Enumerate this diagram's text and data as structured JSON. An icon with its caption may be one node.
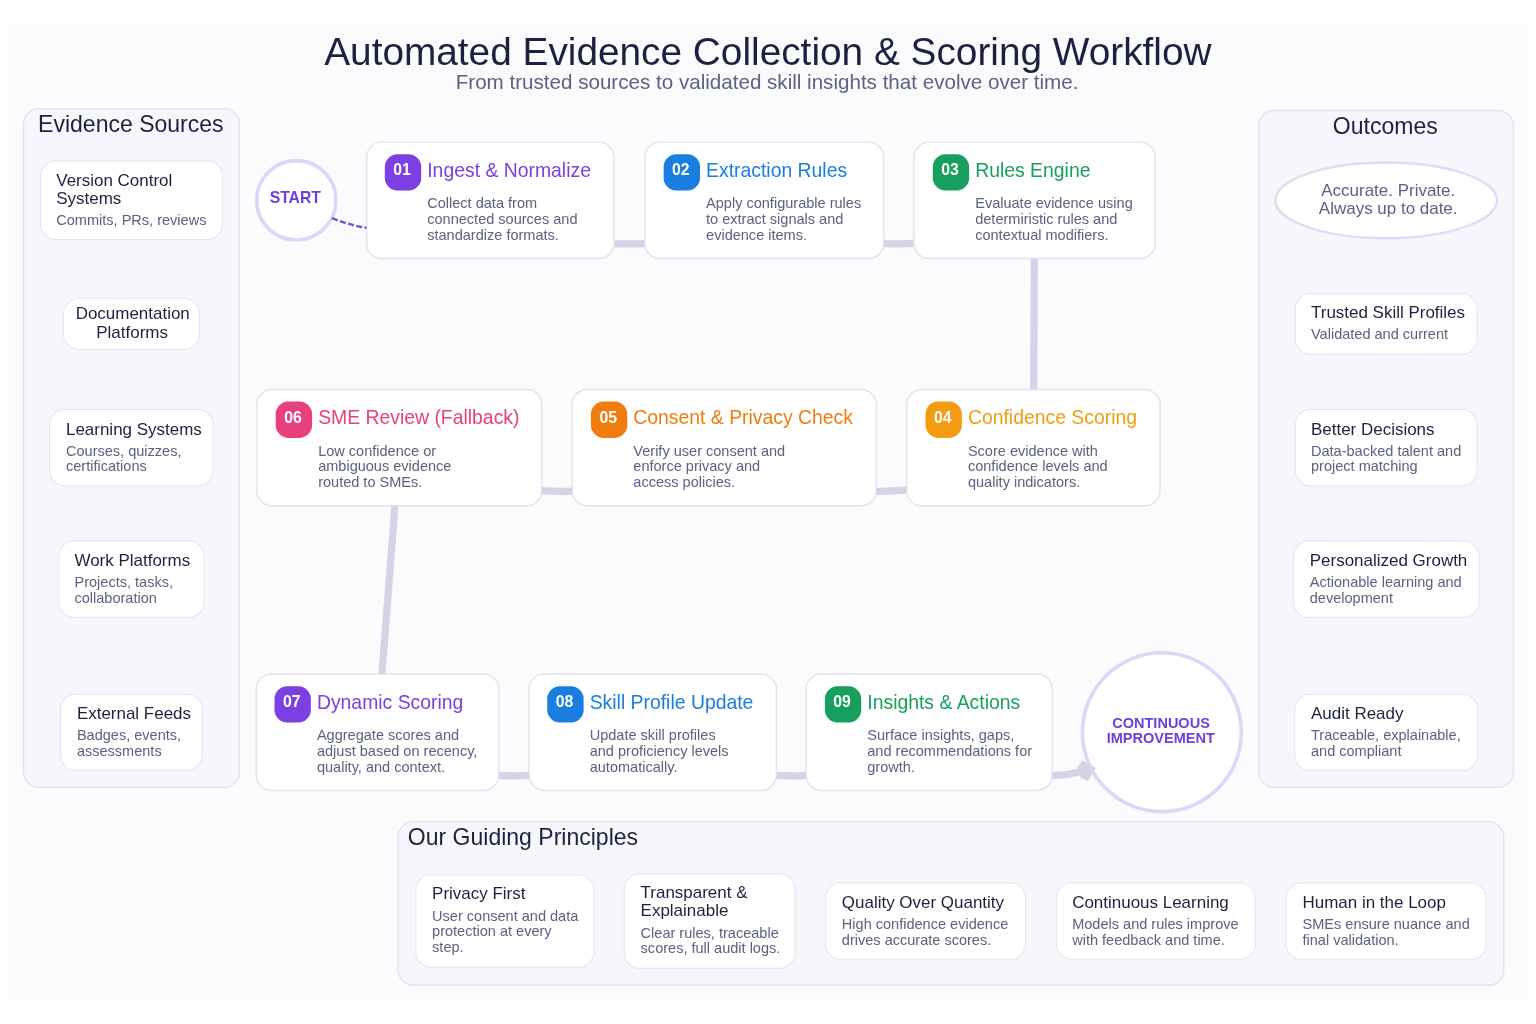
{
  "diagram": {
    "title": "Automated Evidence Collection & Scoring Workflow",
    "caption": "From trusted sources to validated skill insights that evolve over time.",
    "nodes": [
      {
        "text": [
          "Evidence Sources"
        ]
      },
      {
        "text": [
          "Version Control Systems",
          "Commits, PRs, reviews"
        ],
        "in": 0
      },
      {
        "text": [
          "Documentation Platforms"
        ],
        "in": 0
      },
      {
        "text": [
          "Learning Systems",
          "Courses, quizzes, certifications"
        ],
        "in": 0
      },
      {
        "text": [
          "Work Platforms",
          "Projects, tasks, collaboration"
        ],
        "in": 0
      },
      {
        "text": [
          "External Feeds",
          "Badges, events, assessments"
        ],
        "in": 0
      },
      {
        "text": [
          "START"
        ]
      },
      {
        "text": [
          "01",
          "Ingest & Normalize",
          "Collect data from connected sources and standardize formats."
        ]
      },
      {
        "text": [
          "02",
          "Extraction Rules",
          "Apply configurable rules to extract signals and evidence items."
        ]
      },
      {
        "text": [
          "03",
          "Rules Engine",
          "Evaluate evidence using determiristic rules and contextual modifiers."
        ]
      },
      {
        "text": [
          "04",
          "Confidence Scoring",
          "Score evidence with confidence levels and quality indicators."
        ]
      },
      {
        "text": [
          "05",
          "Consent & Privacy Check",
          "Verify user consent and enforce privacy and access policies."
        ]
      },
      {
        "text": [
          "06",
          "SME Review (Fallback)",
          "Low confidence or ambiguous evidence routed to SMEs."
        ]
      },
      {
        "text": [
          "07",
          "Dynamic Scoring",
          "Aggregate scores and adjust based on recency, quality, and context."
        ]
      },
      {
        "text": [
          "08",
          "Skill Profile Update",
          "Update skill profiles and proficiency levels automatically."
        ]
      },
      {
        "text": [
          "09",
          "Insights & Actions",
          "Surface insights, gaps, and recommendations for growth."
        ]
      },
      {
        "text": [
          "CONTINUOUS IMPROVEMENT"
        ]
      },
      {
        "text": [
          "Outcomes"
        ]
      },
      {
        "text": [
          "Accurate. Private. Always up to date."
        ],
        "in": 17
      },
      {
        "text": [
          "Trusted Skill Profiles",
          "Validated and current"
        ],
        "in": 17
      },
      {
        "text": [
          "Better Decisions",
          "Data-backed talent and project matching"
        ],
        "in": 17
      },
      {
        "text": [
          "Personalized Growth",
          "Actionable learning and development"
        ],
        "in": 17
      },
      {
        "text": [
          "Audit Ready",
          "Traceable, explainable, and compliant"
        ],
        "in": 17
      },
      {
        "text": [
          "Our Guiding Principles"
        ]
      },
      {
        "text": [
          "Privacy First",
          "User consent and data protection at every step."
        ],
        "in": 23
      },
      {
        "text": [
          "Transparent & Explainable",
          "Clear rules, traceable scores, full audit logs."
        ],
        "in": 23
      },
      {
        "text": [
          "Quality Over Quantity",
          "High confidence evidence drives accurate scores."
        ],
        "in": 23
      },
      {
        "text": [
          "Continuous Learning",
          "Models and rules improve with feedback and time."
        ],
        "in": 23
      },
      {
        "text": [
          "Human in the Loop",
          "SMEs ensure nuance and final validation."
        ],
        "in": 23
      }
    ],
    "edges": [
      {
        "from": 6,
        "to": 7,
        "arrow": "none",
        "style": "dashed",
        "color": "#7c4ddb"
      },
      {
        "from": 7,
        "to": 8,
        "arrow": "none"
      },
      {
        "from": 8,
        "to": 9,
        "arrow": "none"
      },
      {
        "from": 9,
        "to": 10,
        "arrow": "none"
      },
      {
        "from": 10,
        "to": 11,
        "arrow": "none"
      },
      {
        "from": 11,
        "to": 12,
        "arrow": "none"
      },
      {
        "from": 12,
        "to": 13,
        "arrow": "none"
      },
      {
        "from": 13,
        "to": 14,
        "arrow": "none"
      },
      {
        "from": 14,
        "to": 15,
        "arrow": "none"
      },
      {
        "from": 15,
        "to": 16,
        "arrow": "to"
      }
    ]
  }
}
